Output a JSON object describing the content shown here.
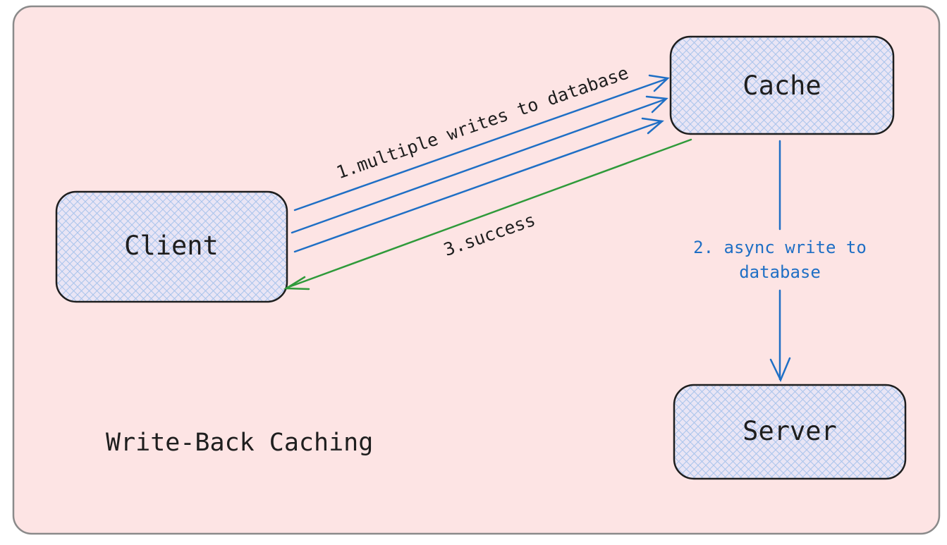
{
  "title": "Write-Back Caching",
  "nodes": {
    "client": "Client",
    "cache": "Cache",
    "server": "Server"
  },
  "edges": {
    "writes": "1.multiple writes to database",
    "async_line1": "2. async write to",
    "async_line2": "database",
    "success": "3.success"
  },
  "colors": {
    "background": "#fde4e4",
    "frame_border": "#8a8a8a",
    "node_fill": "#e8e6f6",
    "node_hatch": "#a9c4ec",
    "node_border": "#1e1e1e",
    "write_arrow": "#1f6fc5",
    "success_arrow": "#2f9a3a",
    "async_label": "#1f6fc5",
    "text": "#1e1e1e"
  }
}
